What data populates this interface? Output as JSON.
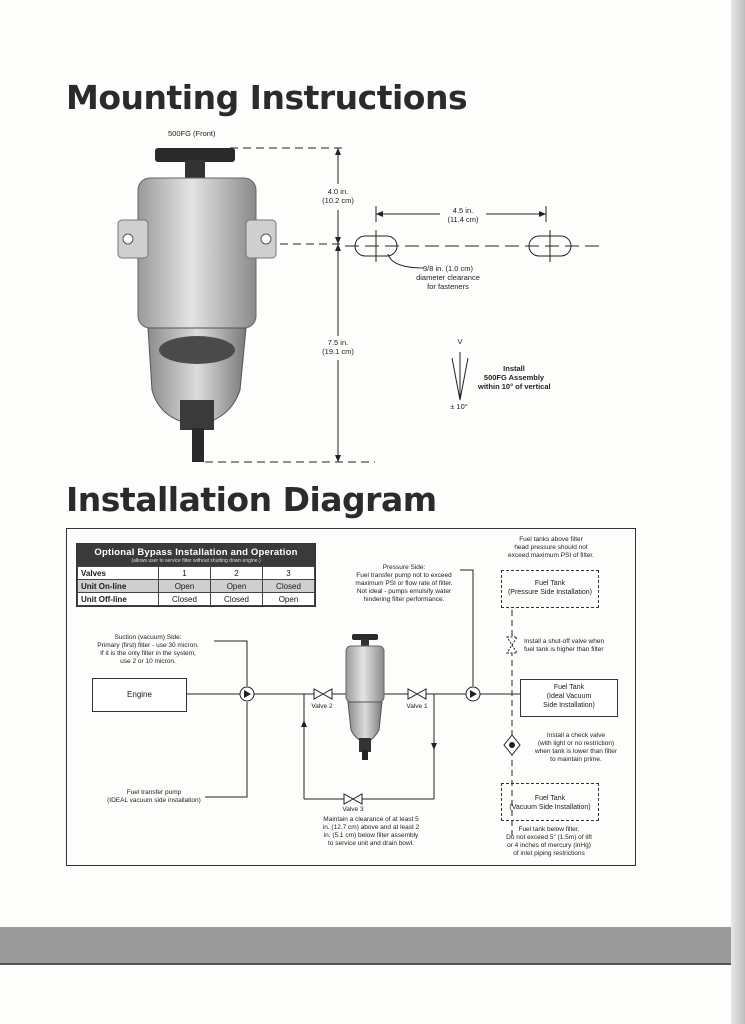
{
  "mounting": {
    "heading": "Mounting Instructions",
    "model_label": "500FG (Front)",
    "dim_top": [
      "4.0 in.",
      "(10.2 cm)"
    ],
    "dim_spacing": [
      "4.5 in.",
      "(11.4 cm)"
    ],
    "dim_bottom": [
      "7.5 in.",
      "(19.1 cm)"
    ],
    "clearance": [
      "3/8 in. (1.0 cm)",
      "diameter clearance",
      "for fasteners"
    ],
    "vertical_v": "V",
    "vertical_note": [
      "Install",
      "500FG Assembly",
      "within 10° of vertical"
    ],
    "angle": "± 10°"
  },
  "installation": {
    "heading": "Installation Diagram",
    "bypass": {
      "title": "Optional Bypass Installation and Operation",
      "subtitle": "(allows user to service filter without shutting down engine.)",
      "header": [
        "Valves",
        "1",
        "2",
        "3"
      ],
      "online": [
        "Unit On-line",
        "Open",
        "Open",
        "Closed"
      ],
      "offline": [
        "Unit Off-line",
        "Closed",
        "Closed",
        "Open"
      ]
    },
    "pressure_side": [
      "Pressure Side:",
      "Fuel transfer pump not to exceed",
      "maximum PSI or flow rate of filter.",
      "Not ideal - pumps emulsify water",
      "hindering filter performance."
    ],
    "suction_side": [
      "Suction (vacuum) Side:",
      "Primary (first) filter - use 30 micron.",
      "If it is the only filter in the system,",
      "use 2 or 10 micron."
    ],
    "tank_above": [
      "Fuel tanks above filter",
      "head pressure should not",
      "exceed maximum PSI of filter."
    ],
    "tank_pressure": [
      "Fuel Tank",
      "(Pressure Side Installation)"
    ],
    "shutoff": [
      "Install a shut-off valve when",
      "fuel tank is higher than filter"
    ],
    "engine": "Engine",
    "valve1": "Valve 1",
    "valve2": "Valve 2",
    "valve3": "Valve 3",
    "tank_ideal": [
      "Fuel Tank",
      "(Ideal Vacuum",
      "Side Installation)"
    ],
    "check_valve": [
      "Install a check valve",
      "(with light or no restriction)",
      "when tank is lower than filter",
      "to maintain prime."
    ],
    "tank_vacuum": [
      "Fuel Tank",
      "(Vacuum Side Installation)"
    ],
    "tank_below": [
      "Fuel tank below filter.",
      "Do not exceed 5\" (1.5m) of lift",
      "or 4 inches of mercury (inHg)",
      "of inlet piping restrictions"
    ],
    "transfer_pump": [
      "Fuel transfer pump",
      "(IDEAL vacuum side installation)"
    ],
    "clearance_note": [
      "Maintain a clearance of at least 5",
      "in. (12.7 cm) above and at least 2",
      "in. (5.1 cm) below filter assembly",
      "to service unit and drain bowl."
    ]
  }
}
